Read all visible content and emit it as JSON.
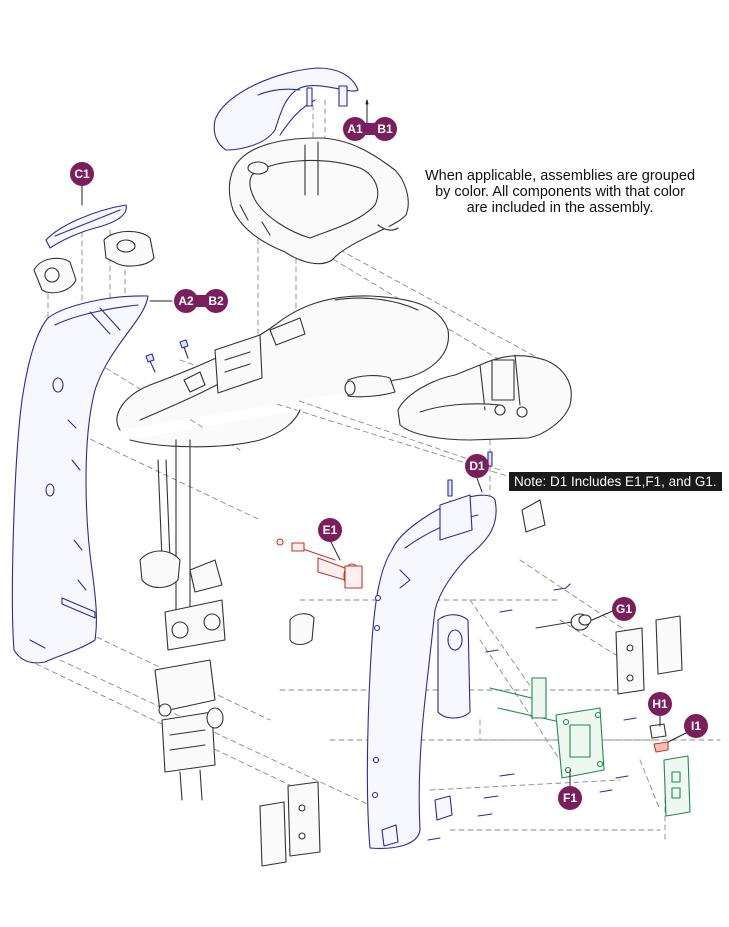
{
  "colors": {
    "callout": "#7a1f5c",
    "assembly_a": "#2b2b9a",
    "assembly_e": "#c0392b",
    "assembly_f": "#1f8a4c",
    "line": "#333333",
    "dash": "#888888"
  },
  "notes": {
    "grouping": [
      "When applicable, assemblies are grouped",
      "by color. All components with that color",
      "are included in the assembly."
    ],
    "d1": "Note: D1 Includes E1,F1, and G1."
  },
  "callouts": {
    "a1": "A1",
    "b1": "B1",
    "a2": "A2",
    "b2": "B2",
    "c1": "C1",
    "d1": "D1",
    "e1": "E1",
    "f1": "F1",
    "g1": "G1",
    "h1": "H1",
    "i1": "I1"
  }
}
